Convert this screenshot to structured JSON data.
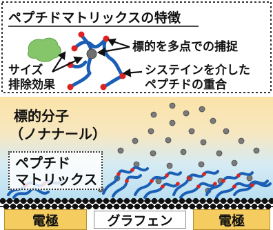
{
  "features": {
    "title": "ペプチドマトリックスの特徴",
    "capture_label": "標的を多点での捕捉",
    "size_exclusion_line1": "サイズ",
    "size_exclusion_line2": "排除効果",
    "polymer_line1": "システインを介した",
    "polymer_line2": "ペプチドの重合"
  },
  "analyte": {
    "line1": "標的分子",
    "line2": "（ノナナール）"
  },
  "matrix": {
    "line1": "ペプチド",
    "line2": "マトリックス"
  },
  "substrate": {
    "electrode_left": "電極",
    "graphene": "グラフェン",
    "electrode_right": "電極"
  },
  "colors": {
    "peptide_chain": "#1b5fb4",
    "crosslink_node": "#dd2222",
    "analyte_molecule": "#7a7a7a",
    "interferent_blob": "#86c66a",
    "background_gradient_top": "#fbe3a8",
    "background_gradient_bottom": "#b8dff2",
    "electrode": "#f4cc60"
  }
}
